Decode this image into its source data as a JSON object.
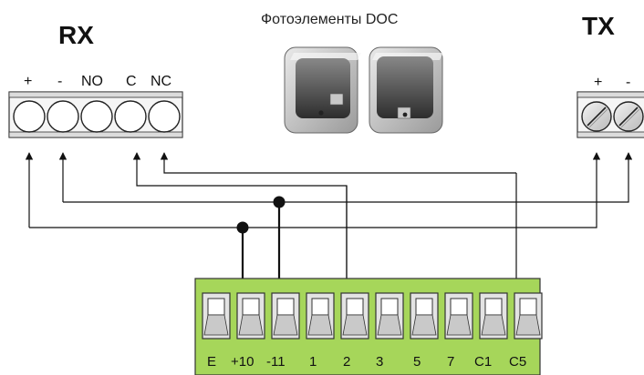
{
  "rx": {
    "title": "RX",
    "terminals": [
      "+",
      "-",
      "NO",
      "C",
      "NC"
    ]
  },
  "photocells": {
    "caption": "Фотоэлементы DOC"
  },
  "tx": {
    "title": "TX",
    "terminals": [
      "+",
      "-"
    ]
  },
  "board": {
    "terminals": [
      "E",
      "+10",
      "-11",
      "1",
      "2",
      "3",
      "5",
      "7",
      "C1",
      "C5"
    ],
    "color": "#a6d65a"
  }
}
